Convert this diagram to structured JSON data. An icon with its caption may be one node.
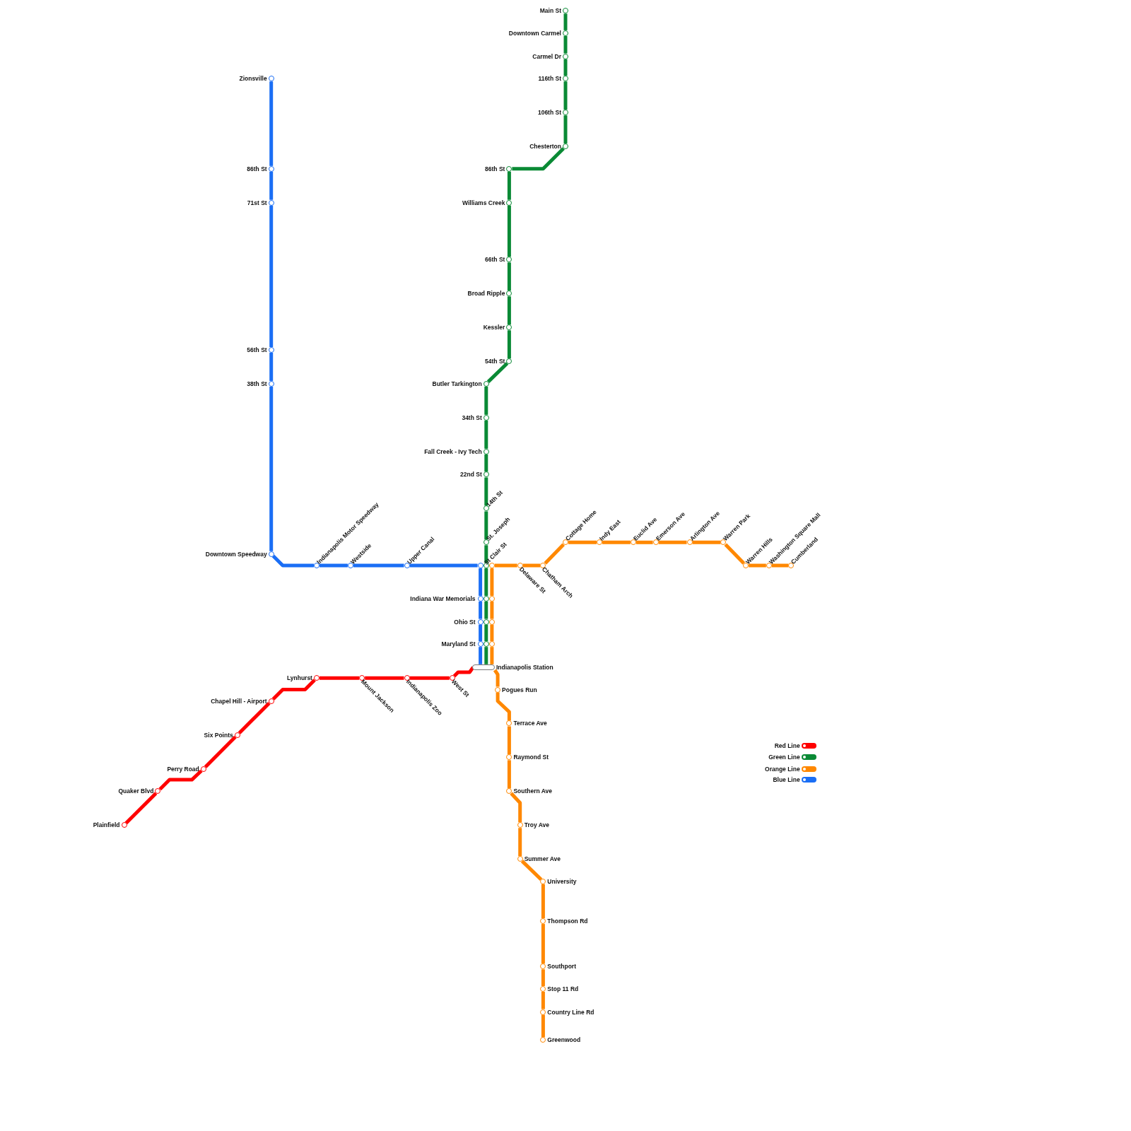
{
  "diagram": {
    "nodes": [
      {
        "text": [
          "Main St"
        ]
      },
      {
        "text": [
          "Downtown Carmel"
        ]
      },
      {
        "text": [
          "Carmel Dr"
        ]
      },
      {
        "text": [
          "116th St"
        ]
      },
      {
        "text": [
          "106th St"
        ]
      },
      {
        "text": [
          "Chesterton"
        ]
      },
      {
        "text": [
          "86th St"
        ]
      },
      {
        "text": [
          "Williams Creek"
        ]
      },
      {
        "text": [
          "66th St"
        ]
      },
      {
        "text": [
          "Broad Ripple"
        ]
      },
      {
        "text": [
          "Kessler"
        ]
      },
      {
        "text": [
          "54th St"
        ]
      },
      {
        "text": [
          "Butler Tarkington"
        ]
      },
      {
        "text": [
          "34th St"
        ]
      },
      {
        "text": [
          "Fall Creek - Ivy Tech"
        ]
      },
      {
        "text": [
          "22nd St"
        ]
      },
      {
        "text": [
          "14th St"
        ]
      },
      {
        "text": [
          "St. Joseph"
        ]
      },
      {
        "text": [
          "St Clair St"
        ]
      },
      {
        "text": [
          "Indiana War Memorials"
        ]
      },
      {
        "text": [
          "Ohio St"
        ]
      },
      {
        "text": [
          "Maryland St"
        ]
      },
      {
        "text": [
          "Indianapolis Station"
        ]
      },
      {
        "text": [
          "Zionsville"
        ]
      },
      {
        "text": [
          "86th St"
        ]
      },
      {
        "text": [
          "71st St"
        ]
      },
      {
        "text": [
          "56th St"
        ]
      },
      {
        "text": [
          "38th St"
        ]
      },
      {
        "text": [
          "Downtown Speedway"
        ]
      },
      {
        "text": [
          "Indianapolis Motor Speedway"
        ]
      },
      {
        "text": [
          "Westside"
        ]
      },
      {
        "text": [
          "Upper Canal"
        ]
      },
      {
        "text": [
          "Pogues Run"
        ]
      },
      {
        "text": [
          "Terrace Ave"
        ]
      },
      {
        "text": [
          "Raymond St"
        ]
      },
      {
        "text": [
          "Southern Ave"
        ]
      },
      {
        "text": [
          "Troy Ave"
        ]
      },
      {
        "text": [
          "Summer Ave"
        ]
      },
      {
        "text": [
          "University"
        ]
      },
      {
        "text": [
          "Thompson Rd"
        ]
      },
      {
        "text": [
          "Southport"
        ]
      },
      {
        "text": [
          "Stop 11 Rd"
        ]
      },
      {
        "text": [
          "Country Line Rd"
        ]
      },
      {
        "text": [
          "Greenwood"
        ]
      },
      {
        "text": [
          "Delaware St"
        ]
      },
      {
        "text": [
          "Chatham Arch"
        ]
      },
      {
        "text": [
          "Cottage Home"
        ]
      },
      {
        "text": [
          "Indy East"
        ]
      },
      {
        "text": [
          "Euclid Ave"
        ]
      },
      {
        "text": [
          "Emerson Ave"
        ]
      },
      {
        "text": [
          "Arlington Ave"
        ]
      },
      {
        "text": [
          "Warren Park"
        ]
      },
      {
        "text": [
          "Warren Hills"
        ]
      },
      {
        "text": [
          "Washington Square Mall"
        ]
      },
      {
        "text": [
          "Cumberland"
        ]
      },
      {
        "text": [
          "Plainfield"
        ]
      },
      {
        "text": [
          "Quaker Blvd"
        ]
      },
      {
        "text": [
          "Perry Road"
        ]
      },
      {
        "text": [
          "Six Points"
        ]
      },
      {
        "text": [
          "Chapel Hill - Airport"
        ]
      },
      {
        "text": [
          "Lynhurst"
        ]
      },
      {
        "text": [
          "Mount Jackson"
        ]
      },
      {
        "text": [
          "Indianapolis Zoo"
        ]
      },
      {
        "text": [
          "West St"
        ]
      }
    ],
    "edges": [
      {
        "from": 0,
        "to": 1,
        "arrow": "none",
        "color": "#0a8a35"
      },
      {
        "from": 1,
        "to": 2,
        "arrow": "none",
        "color": "#0a8a35"
      },
      {
        "from": 2,
        "to": 3,
        "arrow": "none",
        "color": "#0a8a35"
      },
      {
        "from": 3,
        "to": 4,
        "arrow": "none",
        "color": "#0a8a35"
      },
      {
        "from": 4,
        "to": 5,
        "arrow": "none",
        "color": "#0a8a35"
      },
      {
        "from": 5,
        "to": 6,
        "arrow": "none",
        "color": "#0a8a35"
      },
      {
        "from": 6,
        "to": 7,
        "arrow": "none",
        "color": "#0a8a35"
      },
      {
        "from": 7,
        "to": 8,
        "arrow": "none",
        "color": "#0a8a35"
      },
      {
        "from": 8,
        "to": 9,
        "arrow": "none",
        "color": "#0a8a35"
      },
      {
        "from": 9,
        "to": 10,
        "arrow": "none",
        "color": "#0a8a35"
      },
      {
        "from": 10,
        "to": 11,
        "arrow": "none",
        "color": "#0a8a35"
      },
      {
        "from": 11,
        "to": 12,
        "arrow": "none",
        "color": "#0a8a35"
      },
      {
        "from": 12,
        "to": 13,
        "arrow": "none",
        "color": "#0a8a35"
      },
      {
        "from": 13,
        "to": 14,
        "arrow": "none",
        "color": "#0a8a35"
      },
      {
        "from": 14,
        "to": 15,
        "arrow": "none",
        "color": "#0a8a35"
      },
      {
        "from": 15,
        "to": 16,
        "arrow": "none",
        "color": "#0a8a35"
      },
      {
        "from": 16,
        "to": 17,
        "arrow": "none",
        "color": "#0a8a35"
      },
      {
        "from": 17,
        "to": 18,
        "arrow": "none",
        "color": "#0a8a35"
      },
      {
        "from": 18,
        "to": 19,
        "arrow": "none",
        "color": "#0a8a35"
      },
      {
        "from": 19,
        "to": 20,
        "arrow": "none",
        "color": "#0a8a35"
      },
      {
        "from": 20,
        "to": 21,
        "arrow": "none",
        "color": "#0a8a35"
      },
      {
        "from": 21,
        "to": 22,
        "arrow": "none",
        "color": "#0a8a35"
      },
      {
        "from": 23,
        "to": 24,
        "arrow": "none",
        "color": "#1a6ef5"
      },
      {
        "from": 24,
        "to": 25,
        "arrow": "none",
        "color": "#1a6ef5"
      },
      {
        "from": 25,
        "to": 26,
        "arrow": "none",
        "color": "#1a6ef5"
      },
      {
        "from": 26,
        "to": 27,
        "arrow": "none",
        "color": "#1a6ef5"
      },
      {
        "from": 27,
        "to": 28,
        "arrow": "none",
        "color": "#1a6ef5"
      },
      {
        "from": 28,
        "to": 29,
        "arrow": "none",
        "color": "#1a6ef5"
      },
      {
        "from": 29,
        "to": 30,
        "arrow": "none",
        "color": "#1a6ef5"
      },
      {
        "from": 30,
        "to": 31,
        "arrow": "none",
        "color": "#1a6ef5"
      },
      {
        "from": 31,
        "to": 18,
        "arrow": "none",
        "color": "#1a6ef5"
      },
      {
        "from": 18,
        "to": 19,
        "arrow": "none",
        "color": "#1a6ef5"
      },
      {
        "from": 19,
        "to": 20,
        "arrow": "none",
        "color": "#1a6ef5"
      },
      {
        "from": 20,
        "to": 21,
        "arrow": "none",
        "color": "#1a6ef5"
      },
      {
        "from": 21,
        "to": 22,
        "arrow": "none",
        "color": "#1a6ef5"
      },
      {
        "from": 22,
        "to": 32,
        "arrow": "none",
        "color": "#ff8800"
      },
      {
        "from": 32,
        "to": 33,
        "arrow": "none",
        "color": "#ff8800"
      },
      {
        "from": 33,
        "to": 34,
        "arrow": "none",
        "color": "#ff8800"
      },
      {
        "from": 34,
        "to": 35,
        "arrow": "none",
        "color": "#ff8800"
      },
      {
        "from": 35,
        "to": 36,
        "arrow": "none",
        "color": "#ff8800"
      },
      {
        "from": 36,
        "to": 37,
        "arrow": "none",
        "color": "#ff8800"
      },
      {
        "from": 37,
        "to": 38,
        "arrow": "none",
        "color": "#ff8800"
      },
      {
        "from": 38,
        "to": 39,
        "arrow": "none",
        "color": "#ff8800"
      },
      {
        "from": 39,
        "to": 40,
        "arrow": "none",
        "color": "#ff8800"
      },
      {
        "from": 40,
        "to": 41,
        "arrow": "none",
        "color": "#ff8800"
      },
      {
        "from": 41,
        "to": 42,
        "arrow": "none",
        "color": "#ff8800"
      },
      {
        "from": 42,
        "to": 43,
        "arrow": "none",
        "color": "#ff8800"
      },
      {
        "from": 21,
        "to": 22,
        "arrow": "none",
        "color": "#ff8800"
      },
      {
        "from": 20,
        "to": 21,
        "arrow": "none",
        "color": "#ff8800"
      },
      {
        "from": 19,
        "to": 20,
        "arrow": "none",
        "color": "#ff8800"
      },
      {
        "from": 18,
        "to": 19,
        "arrow": "none",
        "color": "#ff8800"
      },
      {
        "from": 18,
        "to": 44,
        "arrow": "none",
        "color": "#ff8800"
      },
      {
        "from": 44,
        "to": 45,
        "arrow": "none",
        "color": "#ff8800"
      },
      {
        "from": 45,
        "to": 46,
        "arrow": "none",
        "color": "#ff8800"
      },
      {
        "from": 46,
        "to": 47,
        "arrow": "none",
        "color": "#ff8800"
      },
      {
        "from": 47,
        "to": 48,
        "arrow": "none",
        "color": "#ff8800"
      },
      {
        "from": 48,
        "to": 49,
        "arrow": "none",
        "color": "#ff8800"
      },
      {
        "from": 49,
        "to": 50,
        "arrow": "none",
        "color": "#ff8800"
      },
      {
        "from": 50,
        "to": 51,
        "arrow": "none",
        "color": "#ff8800"
      },
      {
        "from": 51,
        "to": 52,
        "arrow": "none",
        "color": "#ff8800"
      },
      {
        "from": 52,
        "to": 53,
        "arrow": "none",
        "color": "#ff8800"
      },
      {
        "from": 53,
        "to": 54,
        "arrow": "none",
        "color": "#ff8800"
      },
      {
        "from": 55,
        "to": 56,
        "arrow": "none",
        "color": "#ff0000"
      },
      {
        "from": 56,
        "to": 57,
        "arrow": "none",
        "color": "#ff0000"
      },
      {
        "from": 57,
        "to": 58,
        "arrow": "none",
        "color": "#ff0000"
      },
      {
        "from": 58,
        "to": 59,
        "arrow": "none",
        "color": "#ff0000"
      },
      {
        "from": 59,
        "to": 60,
        "arrow": "none",
        "color": "#ff0000"
      },
      {
        "from": 60,
        "to": 61,
        "arrow": "none",
        "color": "#ff0000"
      },
      {
        "from": 61,
        "to": 62,
        "arrow": "none",
        "color": "#ff0000"
      },
      {
        "from": 62,
        "to": 63,
        "arrow": "none",
        "color": "#ff0000"
      },
      {
        "from": 63,
        "to": 22,
        "arrow": "none",
        "color": "#ff0000"
      }
    ],
    "legend": [
      {
        "text": "Red Line",
        "color": "#ff0000"
      },
      {
        "text": "Green Line",
        "color": "#0a8a35"
      },
      {
        "text": "Orange Line",
        "color": "#ff8800"
      },
      {
        "text": "Blue Line",
        "color": "#1a6ef5"
      }
    ]
  }
}
